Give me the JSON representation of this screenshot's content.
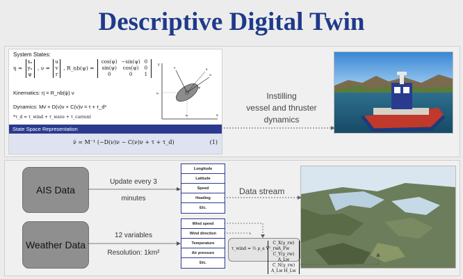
{
  "title": "Descriptive Digital Twin",
  "equations": {
    "system_states_label": "System States:",
    "eta": "η =",
    "eta_vec": [
      "xₙ",
      "yₙ",
      "ψ"
    ],
    "nu": ", ν =",
    "nu_vec": [
      "u",
      "v",
      "r"
    ],
    "rot": ", R_nb(ψ) =",
    "rot_matrix": [
      [
        "cos(ψ)",
        "−sin(ψ)",
        "0"
      ],
      [
        "sin(ψ)",
        "cos(ψ)",
        "0"
      ],
      [
        "0",
        "0",
        "1"
      ]
    ],
    "kinematics": "Kinematics:  η̇ = R_nb(ψ) ν",
    "dynamics": "Dynamics:  Mν̇ + D(ν)ν + C(ν)ν = τ + τ_d*",
    "footnote": "*τ_d = τ_wind + τ_wave + τ_current",
    "ss_header": "State Space Representation",
    "ss_equation": "ν̇ = M⁻¹ (−D(ν)ν − C(ν)ν + τ + τ_d)",
    "ss_number": "(1)"
  },
  "instill_text": [
    "Instilling",
    "vessel and thruster",
    "dynamics"
  ],
  "ais": {
    "label": "AIS Data",
    "update_line1": "Update every 3",
    "update_line2": "minutes",
    "fields": [
      "Longitude",
      "Latitude",
      "Speed",
      "Heading",
      "Etc."
    ]
  },
  "weather": {
    "label": "Weather Data",
    "vars_text": "12 variables",
    "resolution_text": "Resolution: 1km²",
    "fields": [
      "Wind speed",
      "Wind direction",
      "Temperature",
      "Air pressure",
      "Etc."
    ]
  },
  "data_stream": "Data stream",
  "wind_formula": {
    "lhs": "τ_wind = ½ ρ_a V²_rw",
    "rows": [
      "C_X(γ_rw) A_Fw",
      "C_Y(γ_rw) A_Lw",
      "C_N(γ_rw) A_Lw H_Lw"
    ]
  },
  "colors": {
    "title": "#1f3a8a",
    "header_bar": "#2b3a8f",
    "box": "#8f8f8f"
  }
}
